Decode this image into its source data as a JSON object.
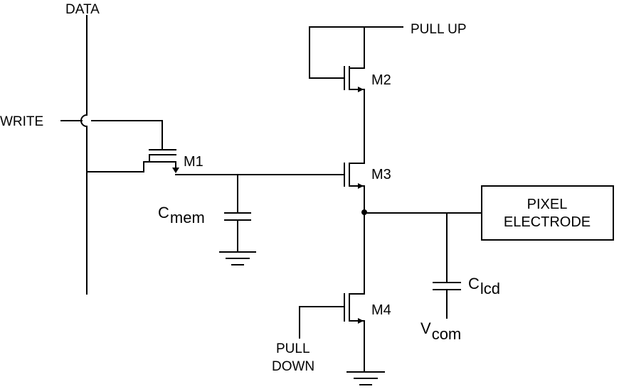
{
  "labels": {
    "data": "DATA",
    "write": "WRITE",
    "pull_up": "PULL UP",
    "pull_down_line1": "PULL",
    "pull_down_line2": "DOWN",
    "m1": "M1",
    "m2": "M2",
    "m3": "M3",
    "m4": "M4",
    "c_mem_main": "C",
    "c_mem_sub": "mem",
    "c_lcd_main": "C",
    "c_lcd_sub": "lcd",
    "v_com_main": "V",
    "v_com_sub": "com",
    "pixel_line1": "PIXEL",
    "pixel_line2": "ELECTRODE"
  }
}
